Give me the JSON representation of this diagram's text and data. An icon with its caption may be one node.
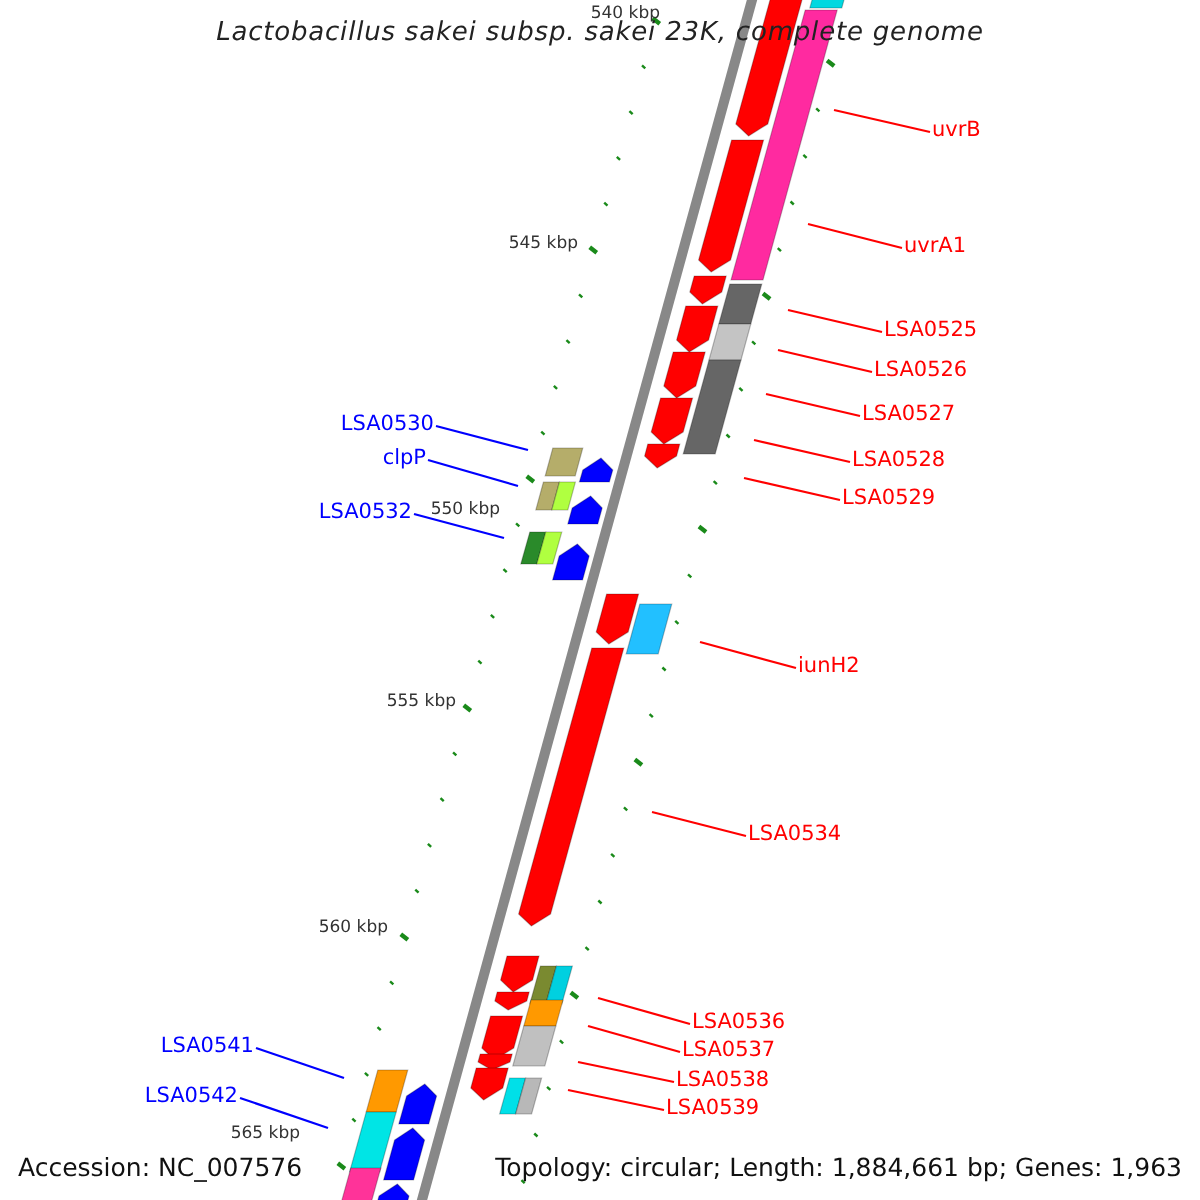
{
  "diagram": {
    "title": "Lactobacillus sakei subsp. sakei 23K, complete genome",
    "nodes": [
      {
        "text": [
          "uvrB"
        ]
      },
      {
        "text": [
          "uvrA1"
        ]
      },
      {
        "text": [
          "LSA0525"
        ]
      },
      {
        "text": [
          "LSA0526"
        ]
      },
      {
        "text": [
          "LSA0527"
        ]
      },
      {
        "text": [
          "LSA0528"
        ]
      },
      {
        "text": [
          "LSA0529"
        ]
      },
      {
        "text": [
          "LSA0530"
        ]
      },
      {
        "text": [
          "clpP"
        ]
      },
      {
        "text": [
          "LSA0532"
        ]
      },
      {
        "text": [
          "iunH2"
        ]
      },
      {
        "text": [
          "LSA0534"
        ]
      },
      {
        "text": [
          "LSA0536"
        ]
      },
      {
        "text": [
          "LSA0537"
        ]
      },
      {
        "text": [
          "LSA0538"
        ]
      },
      {
        "text": [
          "LSA0539"
        ]
      },
      {
        "text": [
          "LSA0541"
        ]
      },
      {
        "text": [
          "LSA0542"
        ]
      }
    ],
    "edges": [
      {
        "from": 0,
        "to": null,
        "arrow": "none"
      },
      {
        "from": 1,
        "to": null,
        "arrow": "none"
      },
      {
        "from": 2,
        "to": null,
        "arrow": "none"
      },
      {
        "from": 3,
        "to": null,
        "arrow": "none"
      },
      {
        "from": 4,
        "to": null,
        "arrow": "none"
      },
      {
        "from": 5,
        "to": null,
        "arrow": "none"
      },
      {
        "from": 6,
        "to": null,
        "arrow": "none"
      },
      {
        "from": 7,
        "to": null,
        "arrow": "none",
        "color": "#0000ff"
      },
      {
        "from": 8,
        "to": null,
        "arrow": "none",
        "color": "#0000ff"
      },
      {
        "from": 9,
        "to": null,
        "arrow": "none",
        "color": "#0000ff"
      },
      {
        "from": 10,
        "to": null,
        "arrow": "none"
      },
      {
        "from": 11,
        "to": null,
        "arrow": "none"
      },
      {
        "from": 12,
        "to": null,
        "arrow": "none"
      },
      {
        "from": 13,
        "to": null,
        "arrow": "none"
      },
      {
        "from": 14,
        "to": null,
        "arrow": "none"
      },
      {
        "from": 15,
        "to": null,
        "arrow": "none"
      },
      {
        "from": 16,
        "to": null,
        "arrow": "none",
        "color": "#0000ff"
      },
      {
        "from": 17,
        "to": null,
        "arrow": "none",
        "color": "#0000ff"
      }
    ],
    "labels": [
      "540 kbp",
      "545 kbp",
      "550 kbp",
      "555 kbp",
      "560 kbp",
      "565 kbp",
      "Accession: NC_007576",
      "Topology: circular; Length: 1,884,661 bp; Genes: 1,963"
    ]
  }
}
